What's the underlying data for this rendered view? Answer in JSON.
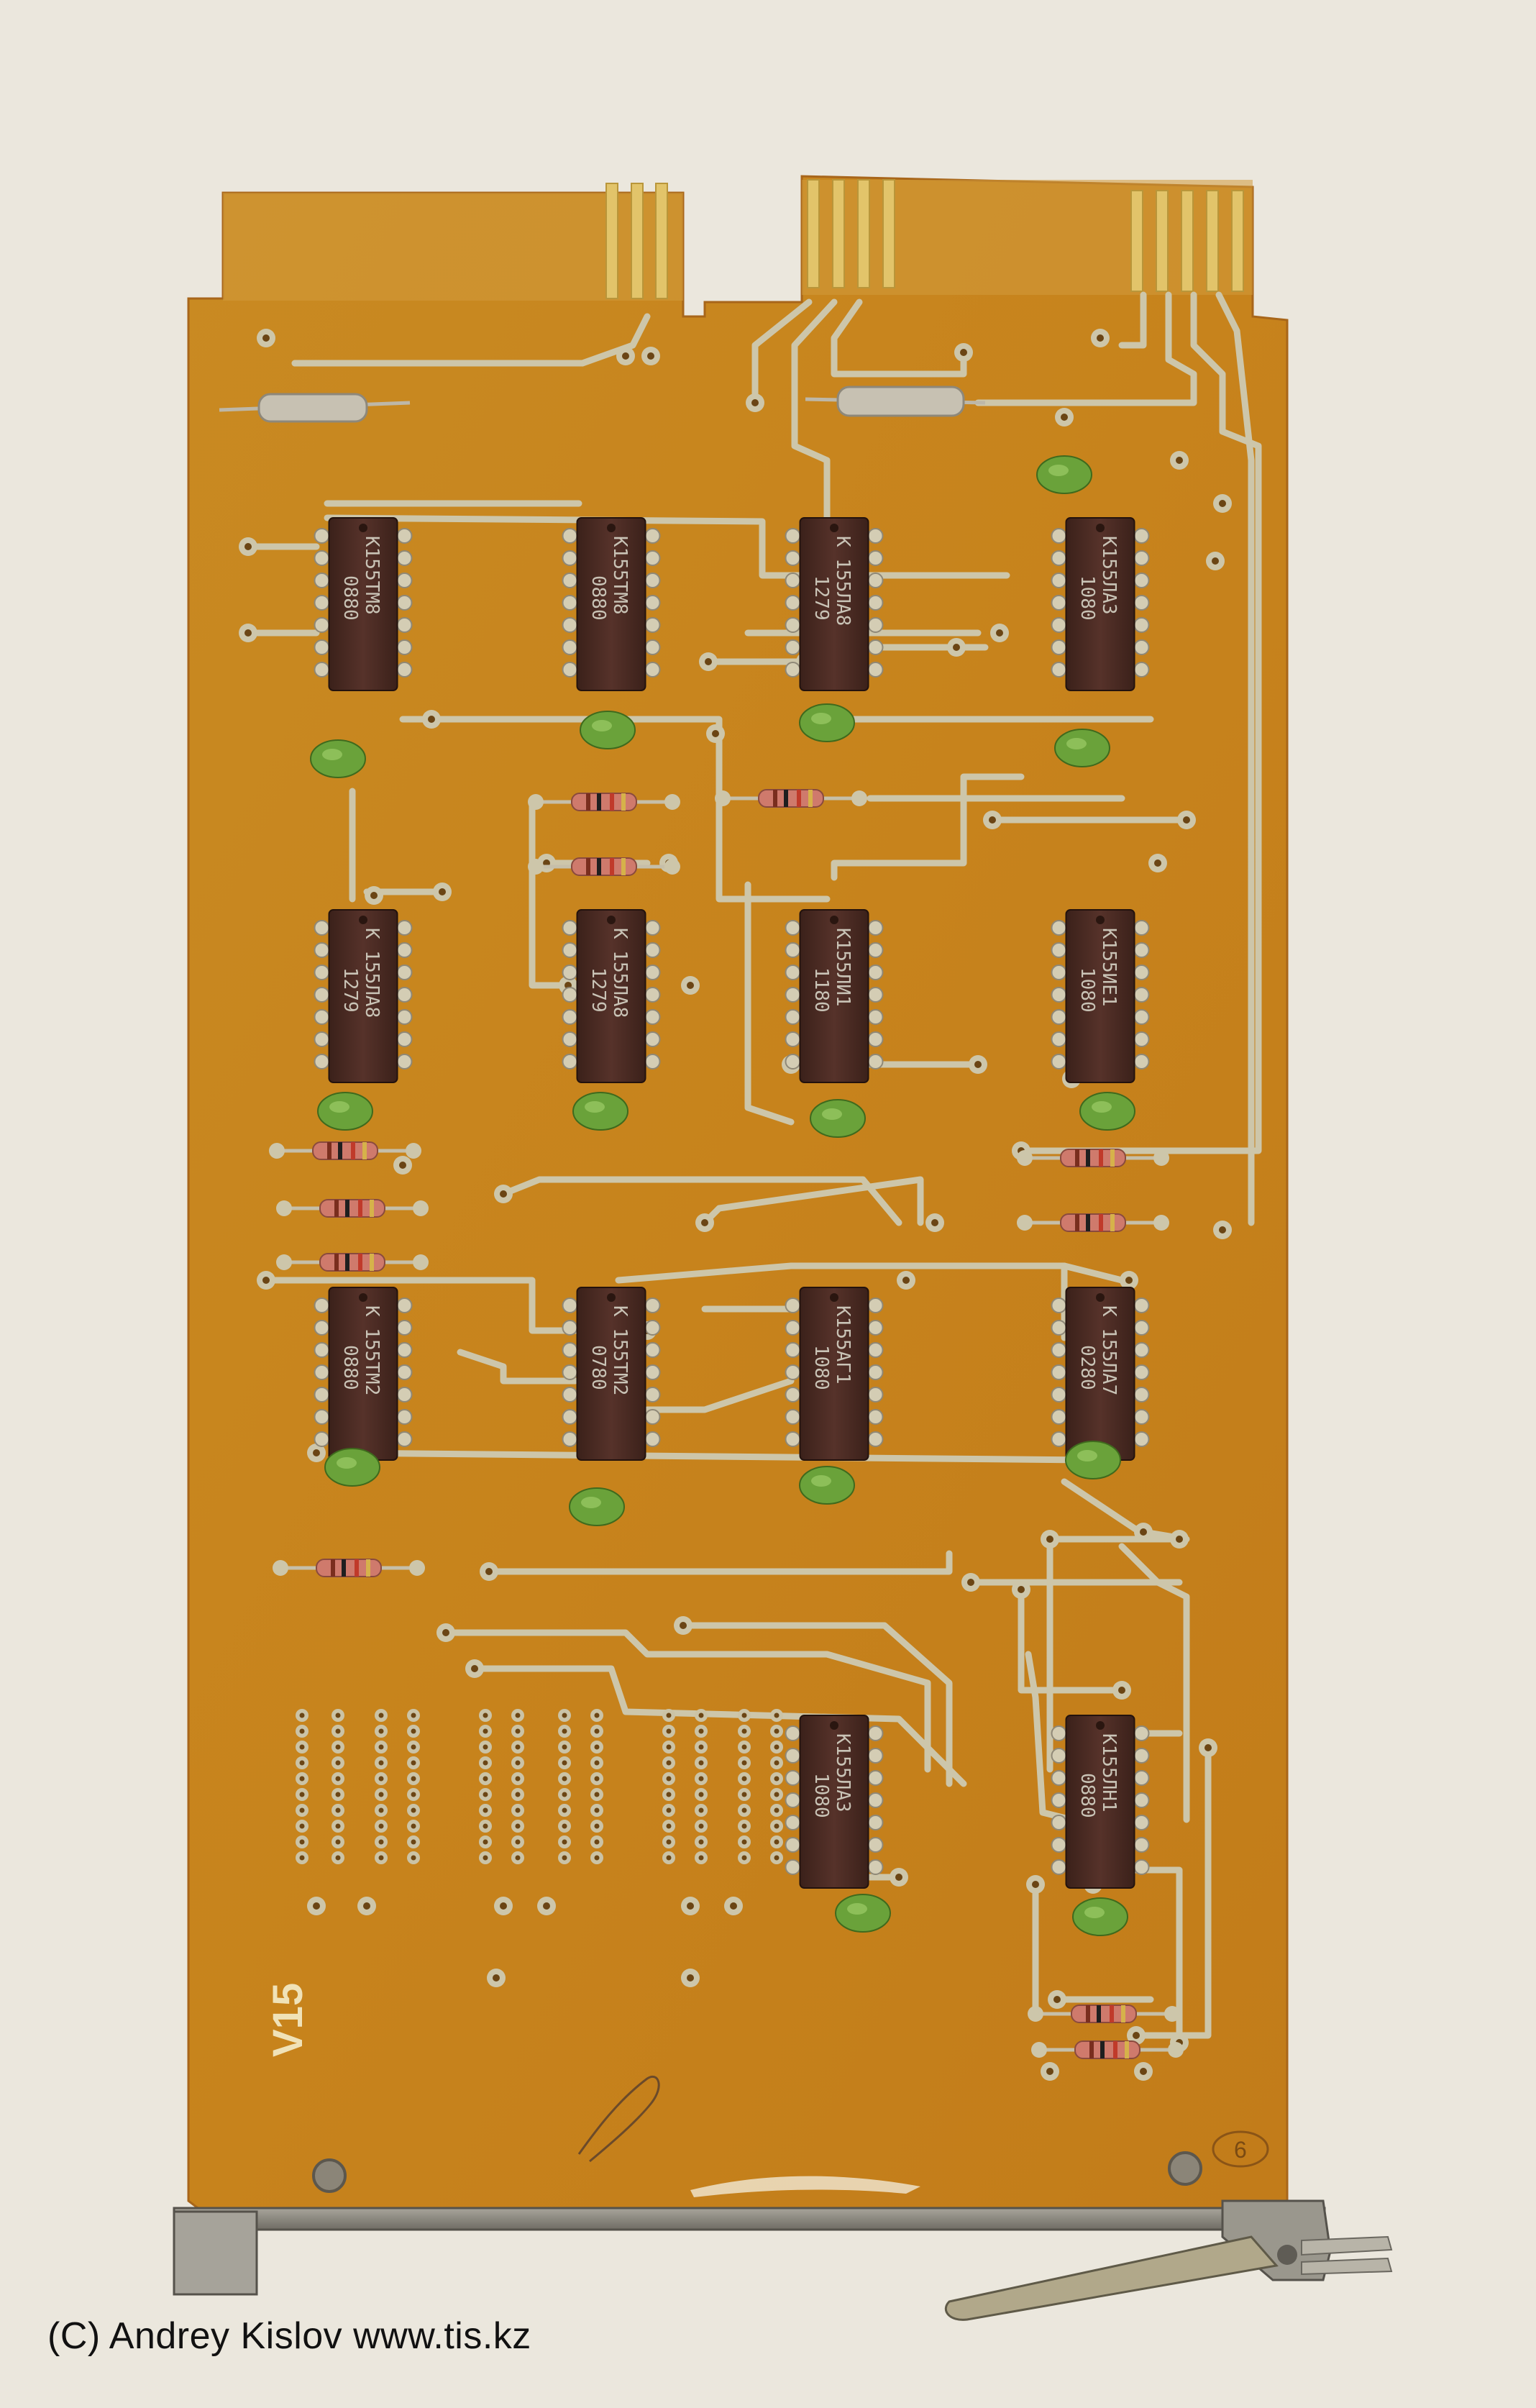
{
  "photo": {
    "credit": "(C) Andrey Kislov  www.tis.kz",
    "board_marking": "V15",
    "board_number": "6",
    "colors": {
      "background": "#ebe7dd",
      "pcb": "#c8861e",
      "trace": "#c9c2a6",
      "chip": "#4a2a20",
      "capacitor": "#6aa23a",
      "resistor": "#c8746a",
      "bracket": "#8d8a82"
    },
    "chips": [
      {
        "line1": "К155ТМ8",
        "line2": "0880",
        "col": 0,
        "row": 0
      },
      {
        "line1": "К155ТМ8",
        "line2": "0880",
        "col": 1,
        "row": 0
      },
      {
        "line1": "К 155ЛА8",
        "line2": "1279",
        "col": 2,
        "row": 0
      },
      {
        "line1": "К155ЛА3",
        "line2": "1080",
        "col": 3,
        "row": 0
      },
      {
        "line1": "К 155ЛА8",
        "line2": "1279",
        "col": 0,
        "row": 1
      },
      {
        "line1": "К 155ЛА8",
        "line2": "1279",
        "col": 1,
        "row": 1
      },
      {
        "line1": "К155ЛИ1",
        "line2": "1180",
        "col": 2,
        "row": 1
      },
      {
        "line1": "К155ИЕ1",
        "line2": "1080",
        "col": 3,
        "row": 1
      },
      {
        "line1": "К 155ТМ2",
        "line2": "0880",
        "col": 0,
        "row": 2
      },
      {
        "line1": "К 155ТМ2",
        "line2": "0780",
        "col": 1,
        "row": 2
      },
      {
        "line1": "К155АГ1",
        "line2": "1080",
        "col": 2,
        "row": 2
      },
      {
        "line1": "К 155ЛА7",
        "line2": "0280",
        "col": 3,
        "row": 2
      },
      {
        "line1": "К155ЛА3",
        "line2": "1080",
        "col": 2,
        "row": 3
      },
      {
        "line1": "К155ЛН1",
        "line2": "0880",
        "col": 3,
        "row": 3
      }
    ]
  }
}
